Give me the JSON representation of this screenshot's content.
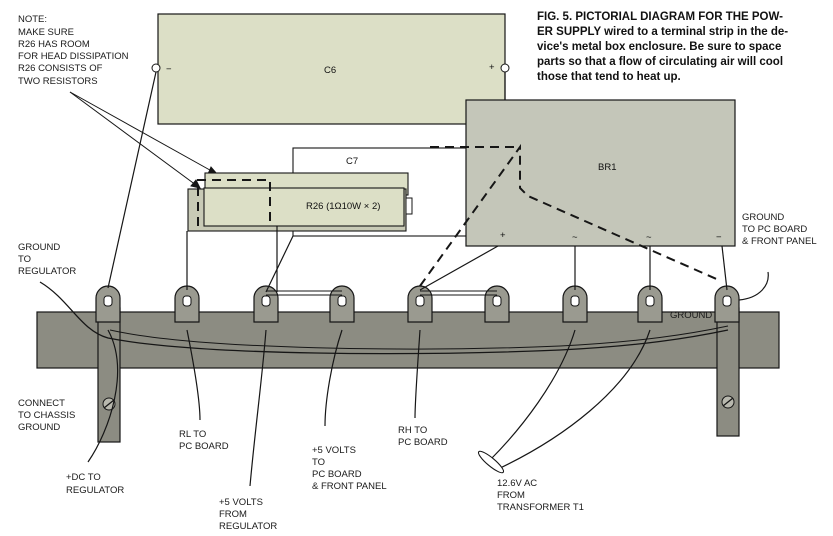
{
  "caption": {
    "lines": [
      "FIG. 5. PICTORIAL DIAGRAM FOR THE POW-",
      "ER SUPPLY wired to a terminal strip in the de-",
      "vice's metal box enclosure. Be sure to space",
      "parts so that a flow of circulating air will cool",
      "those that tend to heat up."
    ]
  },
  "note": {
    "lines": [
      "NOTE:",
      "MAKE SURE",
      "R26 HAS ROOM",
      "FOR HEAD DISSIPATION",
      "R26 CONSISTS OF",
      "TWO RESISTORS"
    ]
  },
  "components": {
    "c6": {
      "label": "C6",
      "minus": "−",
      "plus": "+"
    },
    "c7": {
      "label": "C7"
    },
    "r26": {
      "label": "R26 (1Ω10W × 2)"
    },
    "br1": {
      "label": "BR1",
      "plus": "+",
      "ac1": "~",
      "ac2": "~",
      "minus": "−"
    }
  },
  "labels": {
    "ground_reg": [
      "GROUND",
      "TO",
      "REGULATOR"
    ],
    "ground_pc": [
      "GROUND",
      "TO PC BOARD",
      "& FRONT PANEL"
    ],
    "ground_strip": "GROUND",
    "chassis": [
      "CONNECT",
      "TO CHASSIS",
      "GROUND"
    ],
    "dc_reg": [
      "+DC TO",
      "REGULATOR"
    ],
    "rl": [
      "RL TO",
      "PC BOARD"
    ],
    "v5_reg": [
      "+5 VOLTS",
      "FROM",
      "REGULATOR"
    ],
    "v5_pc": [
      "+5 VOLTS",
      "TO",
      "PC BOARD",
      "& FRONT PANEL"
    ],
    "rh": [
      "RH TO",
      "PC BOARD"
    ],
    "ac": [
      "12.6V AC",
      "FROM",
      "TRANSFORMER T1"
    ]
  },
  "colors": {
    "part_fill": "#dcdfc6",
    "strip_fill": "#8c8c82",
    "lug_fill": "#9a9a90",
    "br1_fill": "#c4c6b9",
    "ink": "#161616"
  }
}
